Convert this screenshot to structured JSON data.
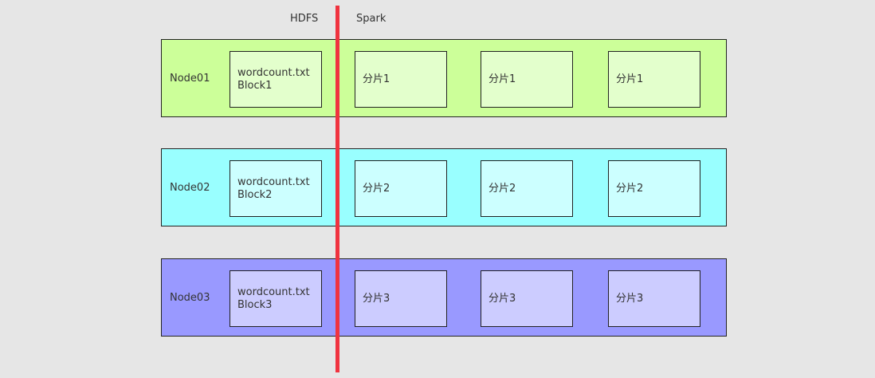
{
  "headers": {
    "hdfs": "HDFS",
    "spark": "Spark"
  },
  "colors": {
    "background": "#e6e6e6",
    "divider": "#f0333f",
    "node01_band": "#ccff99",
    "node01_box": "#e3ffcc",
    "node02_band": "#99ffff",
    "node02_box": "#ccffff",
    "node03_band": "#9999ff",
    "node03_box": "#ccccff"
  },
  "nodes": [
    {
      "label": "Node01",
      "block_file": "wordcount.txt",
      "block_name": "Block1",
      "partitions": [
        "分片1",
        "分片1",
        "分片1"
      ]
    },
    {
      "label": "Node02",
      "block_file": "wordcount.txt",
      "block_name": "Block2",
      "partitions": [
        "分片2",
        "分片2",
        "分片2"
      ]
    },
    {
      "label": "Node03",
      "block_file": "wordcount.txt",
      "block_name": "Block3",
      "partitions": [
        "分片3",
        "分片3",
        "分片3"
      ]
    }
  ]
}
